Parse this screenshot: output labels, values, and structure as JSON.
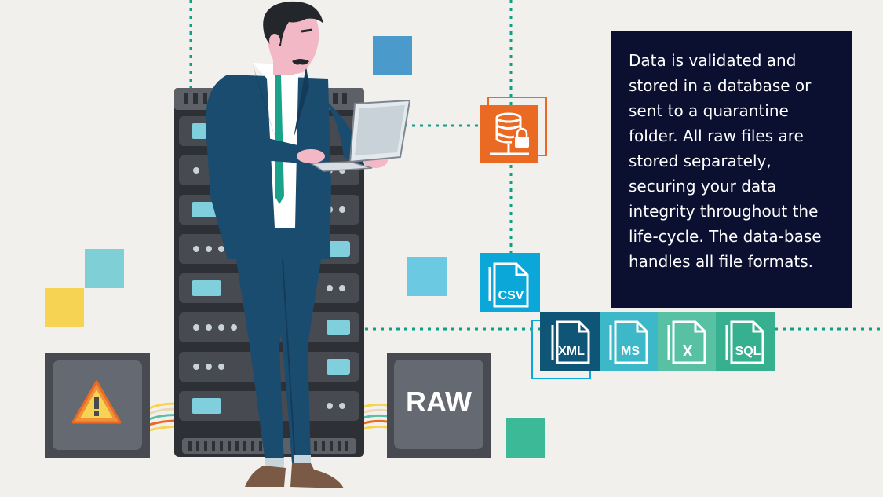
{
  "info_box": {
    "text": "Data is validated and stored in a database or sent to a quarantine folder. All raw files are stored separately, securing your data integrity throughout the life-cycle. The data-base handles all file formats."
  },
  "raw_box": {
    "label": "RAW"
  },
  "file_formats": [
    {
      "label": "CSV",
      "color": "#0ba7d8"
    },
    {
      "label": "XML",
      "color": "#0e5576"
    },
    {
      "label": "MS",
      "color": "#3cb8c8"
    },
    {
      "label": "X",
      "color": "#58c1a4"
    },
    {
      "label": "SQL",
      "color": "#37b08f"
    }
  ],
  "icons": {
    "database": "database-lock-icon",
    "warning": "warning-icon",
    "file": "file-icon"
  },
  "colors": {
    "background": "#f1f0ec",
    "navy": "#0b1030",
    "orange": "#ea6a23",
    "teal_line": "#0f9f87",
    "server": "#474b51",
    "suit": "#1a4c70"
  }
}
